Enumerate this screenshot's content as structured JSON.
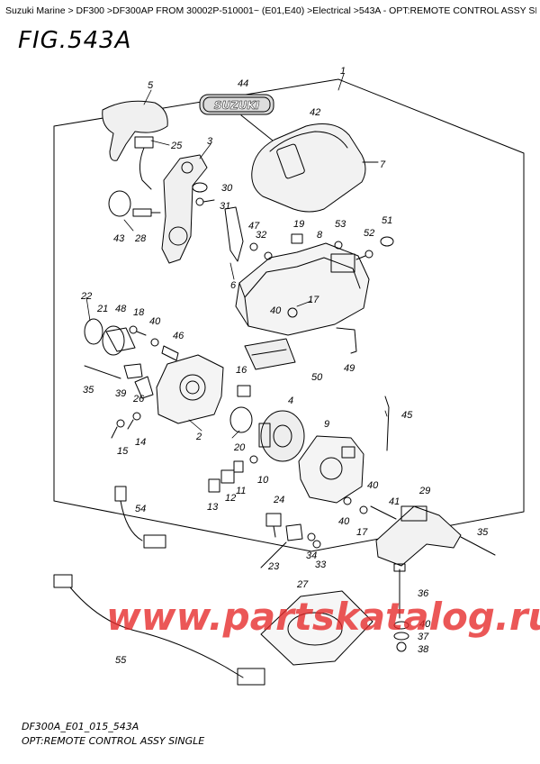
{
  "breadcrumb": "Suzuki Marine > DF300 >DF300AP FROM 30002P-510001~ (E01,E40) >Electrical >543A - OPT:REMOTE CONTROL ASSY SINGLE >",
  "title": "FIG.543A",
  "logo_text": "SUZUKI",
  "footer": {
    "code": "DF300A_E01_015_543A",
    "description": "OPT:REMOTE CONTROL ASSY SINGLE"
  },
  "watermark": "www.partskatalog.ru",
  "colors": {
    "line": "#000000",
    "watermark": "#e62828",
    "background": "#ffffff"
  },
  "callouts": {
    "c1": "1",
    "c2": "2",
    "c3": "3",
    "c4": "4",
    "c5": "5",
    "c6": "6",
    "c7": "7",
    "c8": "8",
    "c9": "9",
    "c10": "10",
    "c11": "11",
    "c12": "12",
    "c13": "13",
    "c14": "14",
    "c15": "15",
    "c16": "16",
    "c17a": "17",
    "c17b": "17",
    "c18": "18",
    "c19": "19",
    "c20": "20",
    "c21": "21",
    "c22": "22",
    "c23": "23",
    "c24": "24",
    "c25": "25",
    "c26": "26",
    "c27": "27",
    "c28": "28",
    "c29": "29",
    "c30": "30",
    "c31": "31",
    "c32": "32",
    "c33": "33",
    "c34": "34",
    "c35a": "35",
    "c35b": "35",
    "c36": "36",
    "c37": "37",
    "c38": "38",
    "c39": "39",
    "c40a": "40",
    "c40b": "40",
    "c40c": "40",
    "c40d": "40",
    "c40e": "40",
    "c41": "41",
    "c42": "42",
    "c43": "43",
    "c44": "44",
    "c45": "45",
    "c46": "46",
    "c47": "47",
    "c48": "48",
    "c49": "49",
    "c50": "50",
    "c51": "51",
    "c52": "52",
    "c53": "53",
    "c54": "54",
    "c55": "55"
  }
}
